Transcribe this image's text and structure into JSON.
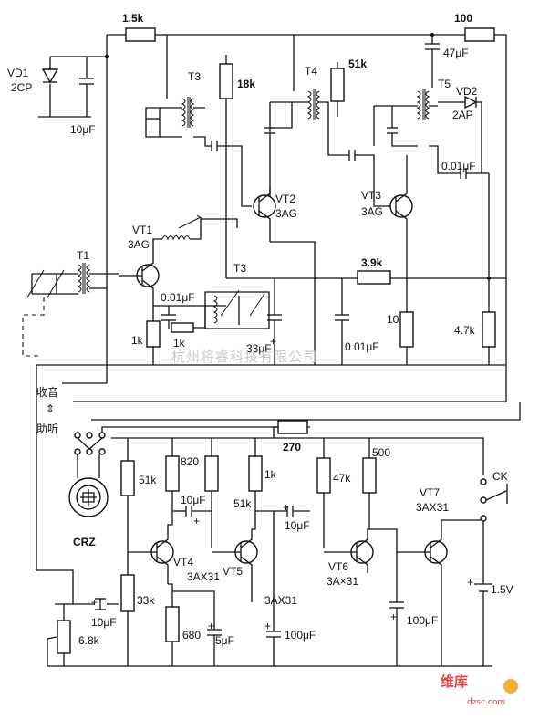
{
  "diagram": {
    "components": {
      "r_1_5k": "1.5k",
      "r_100": "100",
      "c_47uf": "47μF",
      "vd1_name": "VD1",
      "vd1_type": "2CP",
      "c_10uf_top": "10μF",
      "t3_top": "T3",
      "r_18k": "18k",
      "t4": "T4",
      "r_51k_top": "51k",
      "t5": "T5",
      "vd2_name": "VD2",
      "vd2_type": "2AP",
      "c_0_01uf_right": "0.01μF",
      "vt2_name": "VT2",
      "vt2_type": "3AG",
      "vt3_name": "VT3",
      "vt3_type": "3AG",
      "vt1_name": "VT1",
      "vt1_type": "3AG",
      "t1": "T1",
      "t3_bottom": "T3",
      "r_3_9k": "3.9k",
      "c_0_01uf_left": "0.01μF",
      "r_1k_a": "1k",
      "r_1k_b": "1k",
      "c_33uf": "33μF",
      "c_0_01uf_mid": "0.01μF",
      "r_10": "10",
      "r_4_7k": "4.7k",
      "r_270": "270",
      "r_51k_b": "51k",
      "r_820": "820",
      "c_10uf_b": "10μF",
      "r_51k_c": "51k",
      "r_1k_c": "1k",
      "c_10uf_c": "10μF",
      "r_47k": "47k",
      "r_500": "500",
      "vt7_name": "VT7",
      "vt7_type": "3AX31",
      "ck": "CK",
      "crz": "CRZ",
      "vt4_name": "VT4",
      "vt4_type": "3AX31",
      "vt5_name": "VT5",
      "vt5_type": "3AX31",
      "vt6_name": "VT6",
      "vt6_type": "3A×31",
      "r_33k": "33k",
      "r_680": "680",
      "c_5uf": "5μF",
      "c_100uf_a": "100μF",
      "c_100uf_b": "100μF",
      "r_6_8k": "6.8k",
      "c_10uf_d": "10μF",
      "battery": "1.5V"
    },
    "switch_labels": {
      "radio": "收音",
      "hearing_aid": "助听"
    },
    "watermark": "杭州将睿科技有限公司",
    "logo": {
      "line1": "维库",
      "line2": "dzsc.com"
    }
  }
}
